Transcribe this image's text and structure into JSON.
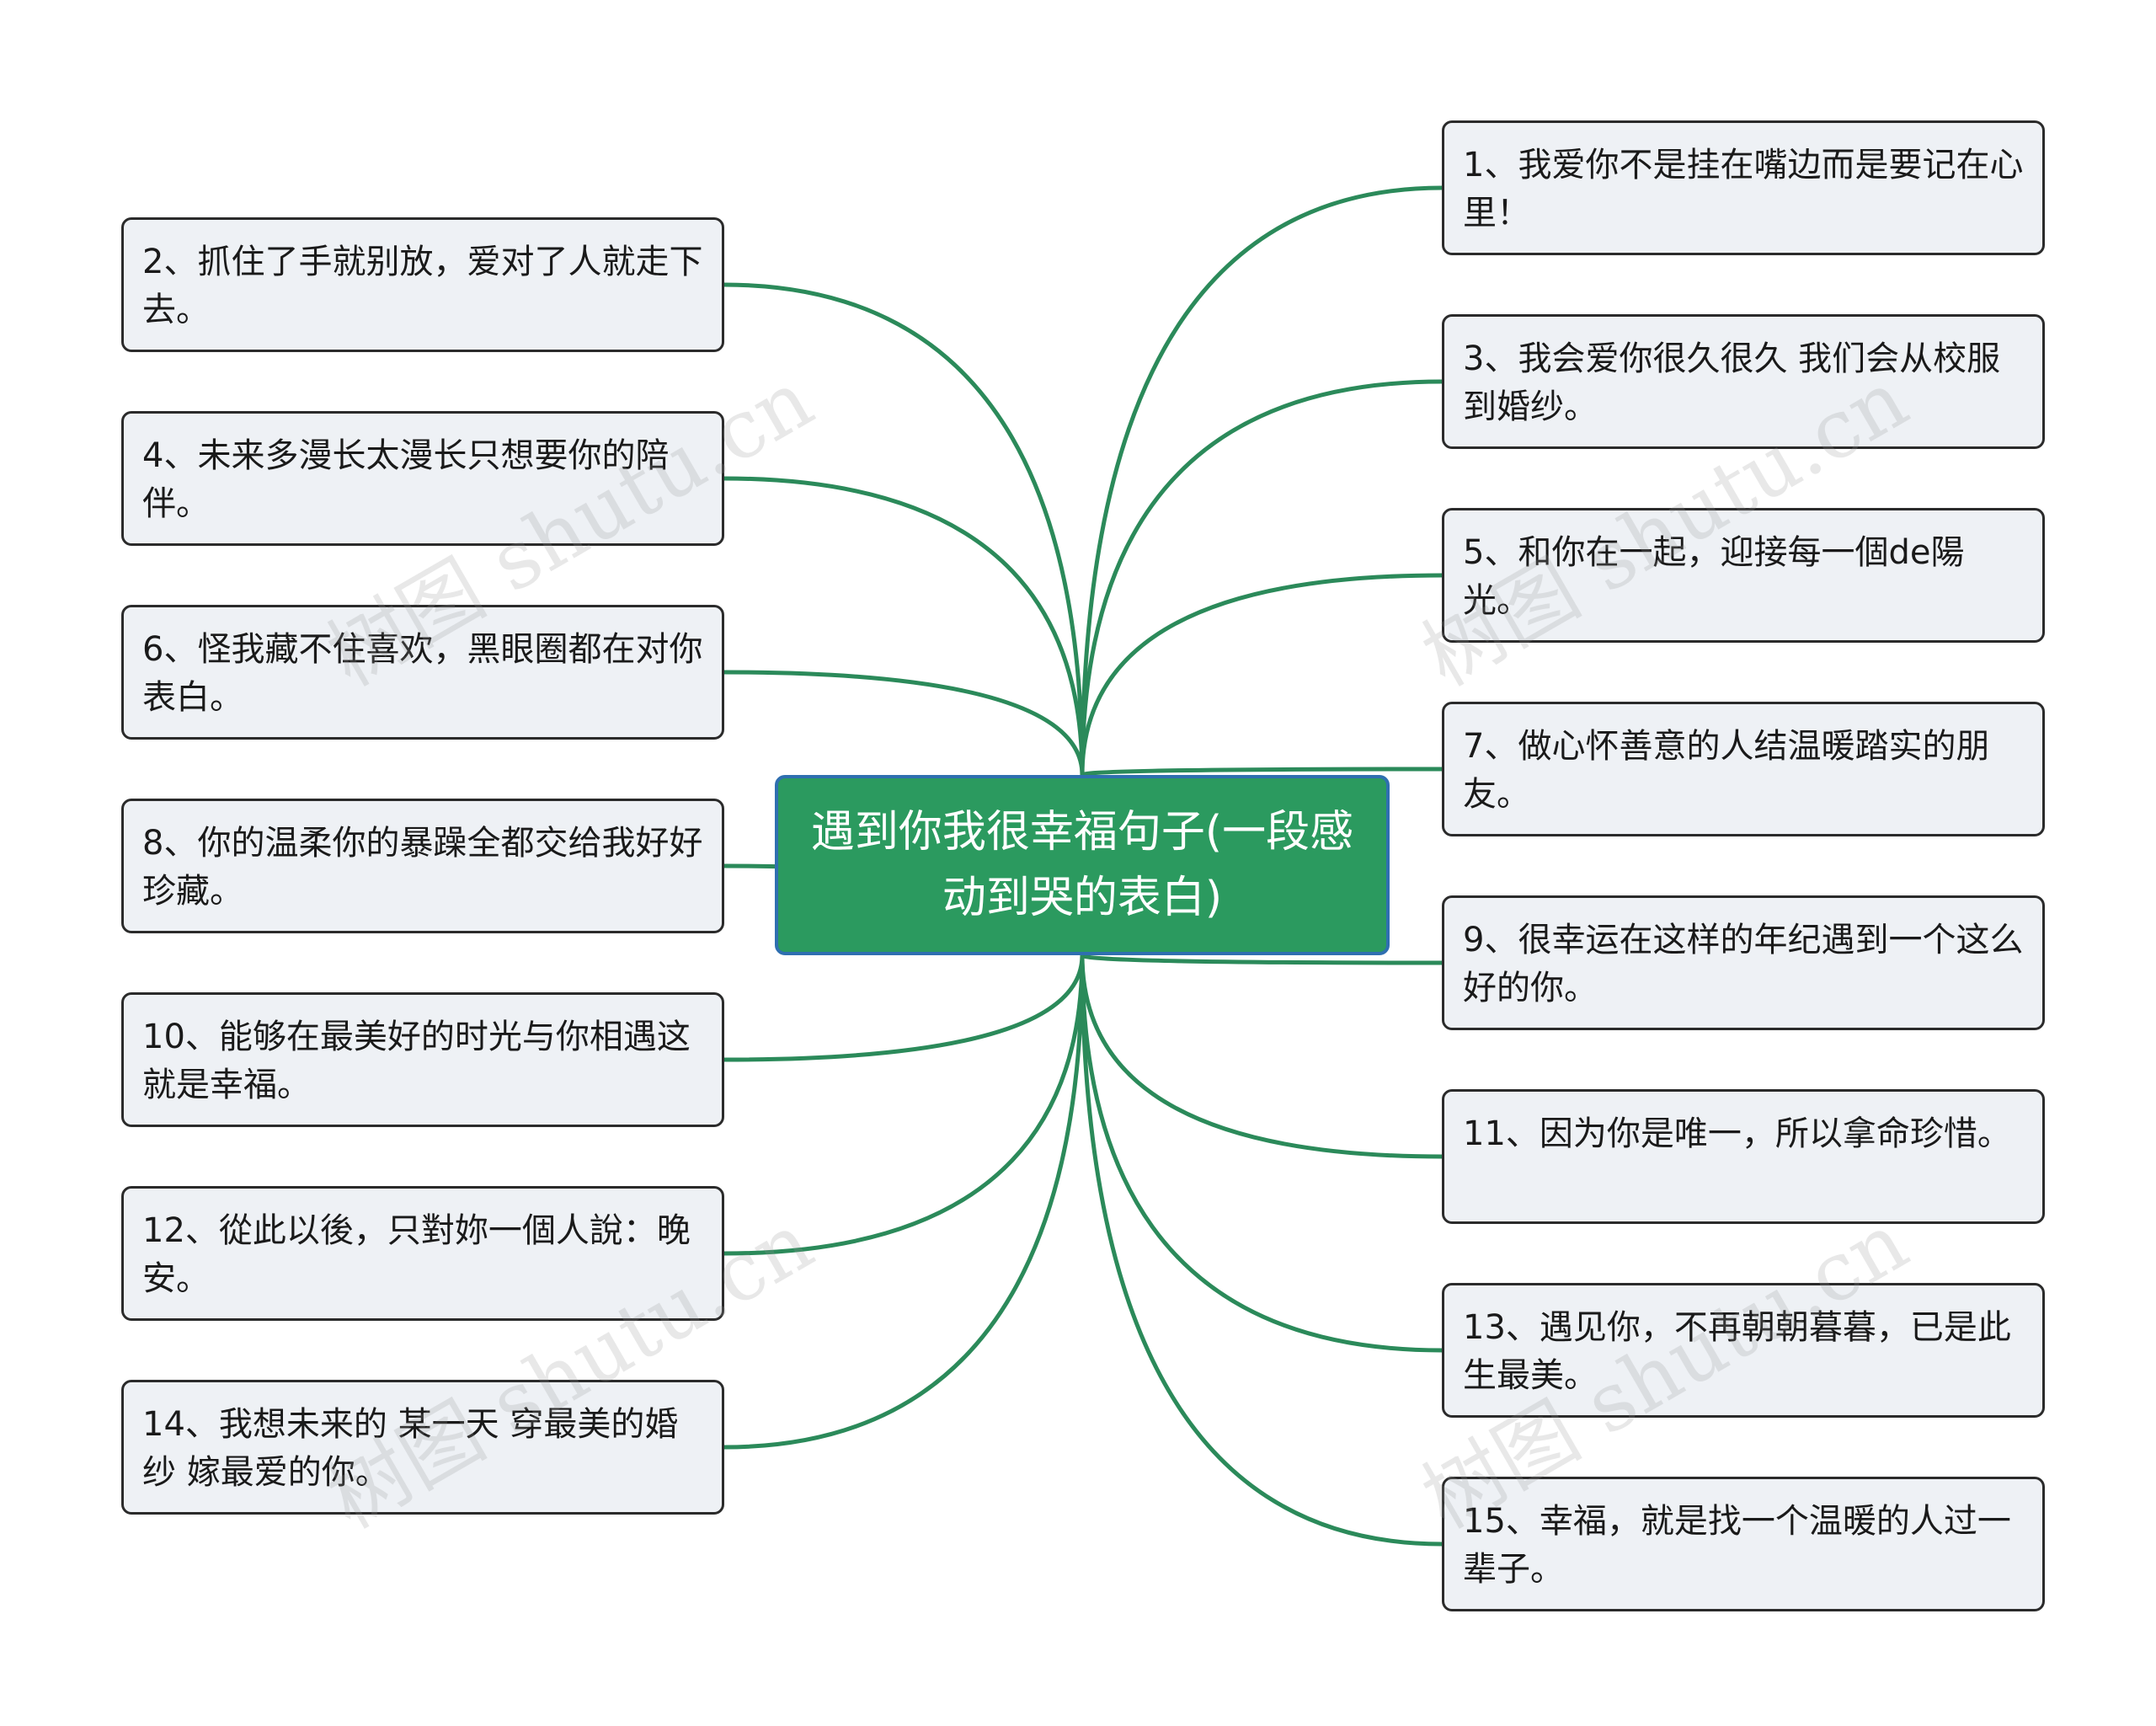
{
  "root": {
    "title": "遇到你我很幸福句子(一段感动到哭的表白)"
  },
  "colors": {
    "link": "#2b8a5a",
    "root_bg": "#2b9a5f",
    "root_border": "#2f6fb0",
    "node_bg": "#eef1f5",
    "node_border": "#2b2b2b"
  },
  "left_nodes": [
    {
      "text": "2、抓住了手就别放，爱对了人就走下去。"
    },
    {
      "text": "4、未来多漫长太漫长只想要你的陪伴。"
    },
    {
      "text": "6、怪我藏不住喜欢，黑眼圈都在对你表白。"
    },
    {
      "text": "8、你的温柔你的暴躁全都交给我好好珍藏。"
    },
    {
      "text": "10、能够在最美好的时光与你相遇这就是幸福。"
    },
    {
      "text": "12、從此以後，只對妳一個人說：晚安。"
    },
    {
      "text": "14、我想未来的 某一天 穿最美的婚纱 嫁最爱的你。"
    }
  ],
  "right_nodes": [
    {
      "text": "1、我爱你不是挂在嘴边而是要记在心里！"
    },
    {
      "text": "3、我会爱你很久很久 我们会从校服到婚纱。"
    },
    {
      "text": "5、和你在一起，迎接每一個de陽光。"
    },
    {
      "text": "7、做心怀善意的人结温暖踏实的朋友。"
    },
    {
      "text": "9、很幸运在这样的年纪遇到一个这么好的你。"
    },
    {
      "text": "11、因为你是唯一，所以拿命珍惜。"
    },
    {
      "text": "13、遇见你，不再朝朝暮暮，已是此生最美。"
    },
    {
      "text": "15、幸福，就是找一个温暖的人过一辈子。"
    }
  ],
  "watermarks": [
    "树图 shutu.cn",
    "树图 shutu.cn",
    "树图 shutu.cn",
    "树图 shutu.cn"
  ]
}
